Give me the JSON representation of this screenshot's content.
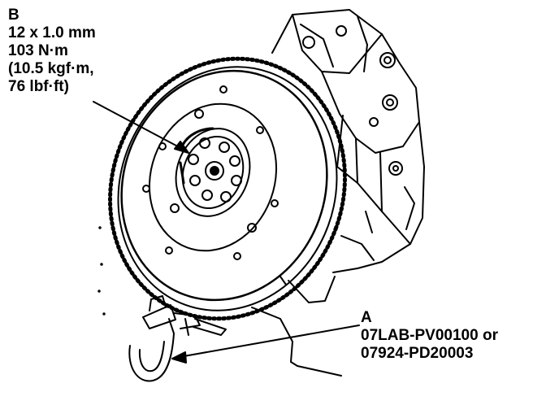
{
  "callout_b": {
    "letter": "B",
    "lines": [
      "12 x 1.0 mm",
      "103 N·m",
      "(10.5 kgf·m,",
      "76 lbf·ft)"
    ]
  },
  "callout_a": {
    "letter": "A",
    "lines": [
      "07LAB-PV00100 or",
      "07924-PD20003"
    ]
  },
  "colors": {
    "ink": "#000000",
    "paper": "#ffffff"
  }
}
